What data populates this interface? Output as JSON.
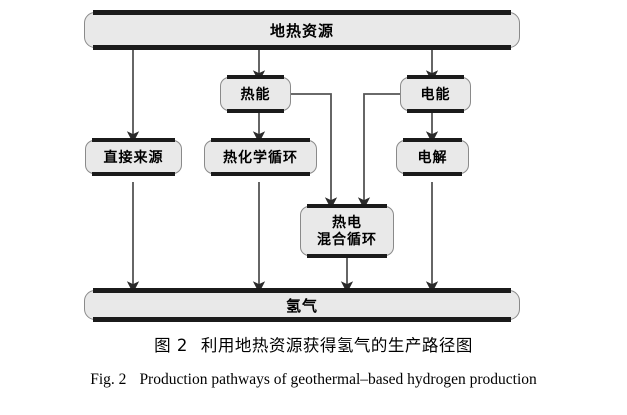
{
  "figure": {
    "nodes": {
      "source": "地热资源",
      "thermal_energy": "热能",
      "electric_energy": "电能",
      "direct_source": "直接来源",
      "thermochemical_cycle": "热化学循环",
      "electrolysis": "电解",
      "hybrid_cycle_line1": "热电",
      "hybrid_cycle_line2": "混合循环",
      "hydrogen": "氢气"
    },
    "colors": {
      "box_fill": "#e9e9e9",
      "box_border": "#8a8a8a",
      "box_shadow_bar": "#1b1b1b",
      "connector": "#555555",
      "text": "#000000",
      "background": "#ffffff"
    }
  },
  "caption_cn": {
    "number": "图 2",
    "text": "利用地热资源获得氢气的生产路径图"
  },
  "caption_en": {
    "number": "Fig. 2",
    "text": "Production pathways of geothermal–based hydrogen production"
  }
}
